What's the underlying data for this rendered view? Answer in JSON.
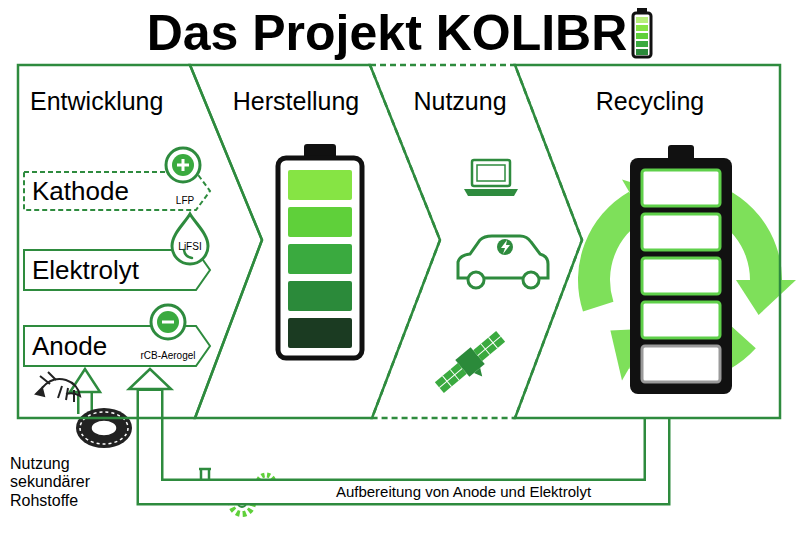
{
  "diagram": {
    "title": "Das Projekt KOLIBR",
    "nodes": [
      {
        "text": [
          "Entwicklung"
        ]
      },
      {
        "text": [
          "Kathode",
          "LFP"
        ],
        "in": 0
      },
      {
        "text": [
          "Elektrolyt",
          "LiFSI"
        ],
        "in": 0
      },
      {
        "text": [
          "Anode",
          "rCB-Aerogel"
        ],
        "in": 0
      },
      {
        "text": [
          "Herstellung"
        ]
      },
      {
        "text": [
          "Nutzung"
        ]
      },
      {
        "text": [
          "Recycling"
        ]
      }
    ],
    "edges": [
      {
        "from": 6,
        "to": 3,
        "arrow": "to",
        "label": "Aufbereitung von Anode und Elektrolyt"
      }
    ],
    "labels": [
      "Nutzung sekundärer Rohstoffe"
    ]
  }
}
